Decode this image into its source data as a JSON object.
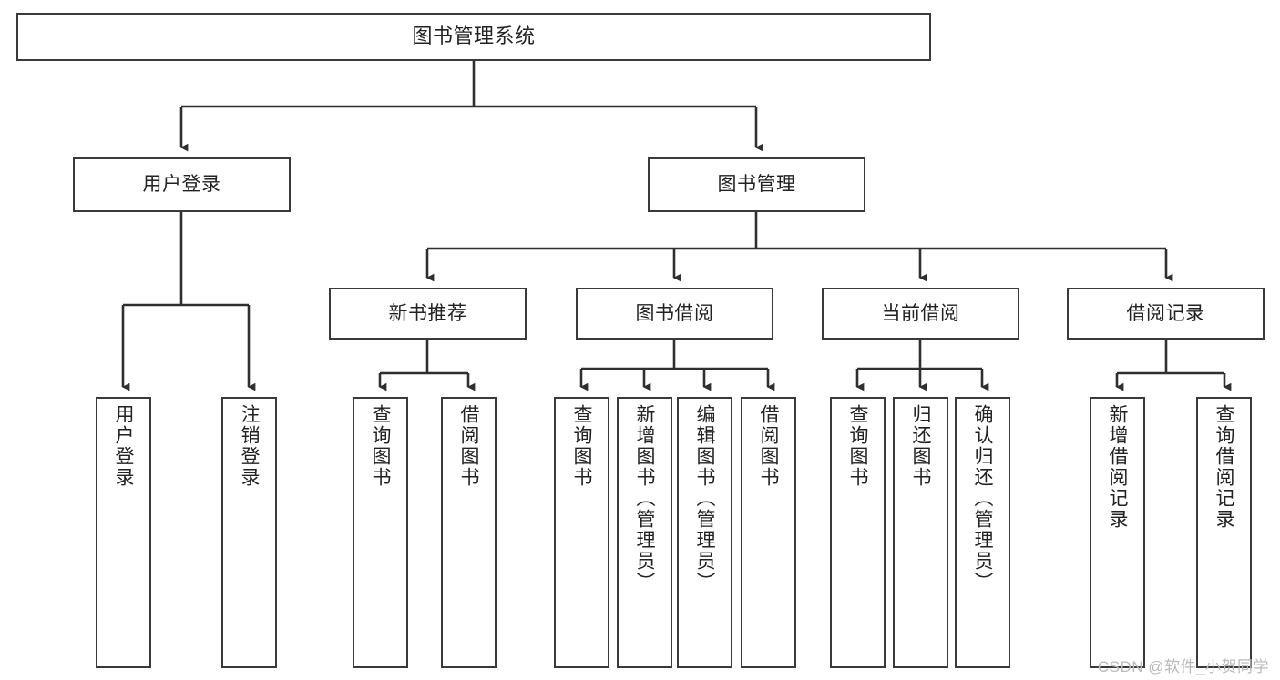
{
  "diagram": {
    "type": "tree",
    "title": "图书管理系统",
    "orientation": "top-down",
    "colors": {
      "box_border": "#3a3a3a",
      "box_fill": "#ffffff",
      "connector": "#2f2f2f",
      "text": "#222222",
      "watermark": "#b9b9b9",
      "background": "#ffffff"
    },
    "root": {
      "id": "root",
      "label": "图书管理系统"
    },
    "level2": [
      {
        "id": "user-login",
        "label": "用户登录"
      },
      {
        "id": "book-manage",
        "label": "图书管理"
      }
    ],
    "level3": [
      {
        "id": "new-book-recommend",
        "label": "新书推荐",
        "parent": "book-manage"
      },
      {
        "id": "book-borrow",
        "label": "图书借阅",
        "parent": "book-manage"
      },
      {
        "id": "current-borrow",
        "label": "当前借阅",
        "parent": "book-manage"
      },
      {
        "id": "borrow-record",
        "label": "借阅记录",
        "parent": "book-manage"
      }
    ],
    "leaves": {
      "user_login": [
        {
          "id": "leaf-user-login",
          "label": "用户登录"
        },
        {
          "id": "leaf-logout-login",
          "label": "注销登录"
        }
      ],
      "new_book_recommend": [
        {
          "id": "leaf-query-book-1",
          "label": "查询图书"
        },
        {
          "id": "leaf-borrow-book-1",
          "label": "借阅图书"
        }
      ],
      "book_borrow": [
        {
          "id": "leaf-query-book-2",
          "label": "查询图书"
        },
        {
          "id": "leaf-add-book",
          "label": "新增图书（管理员）"
        },
        {
          "id": "leaf-edit-book",
          "label": "编辑图书（管理员）"
        },
        {
          "id": "leaf-borrow-book-2",
          "label": "借阅图书"
        }
      ],
      "current_borrow": [
        {
          "id": "leaf-query-book-3",
          "label": "查询图书"
        },
        {
          "id": "leaf-return-book",
          "label": "归还图书"
        },
        {
          "id": "leaf-confirm-return",
          "label": "确认归还（管理员）"
        }
      ],
      "borrow_record": [
        {
          "id": "leaf-add-record",
          "label": "新增借阅记录"
        },
        {
          "id": "leaf-query-record",
          "label": "查询借阅记录"
        }
      ]
    }
  },
  "watermark": {
    "text": "CSDN @软件_小贺同学"
  }
}
